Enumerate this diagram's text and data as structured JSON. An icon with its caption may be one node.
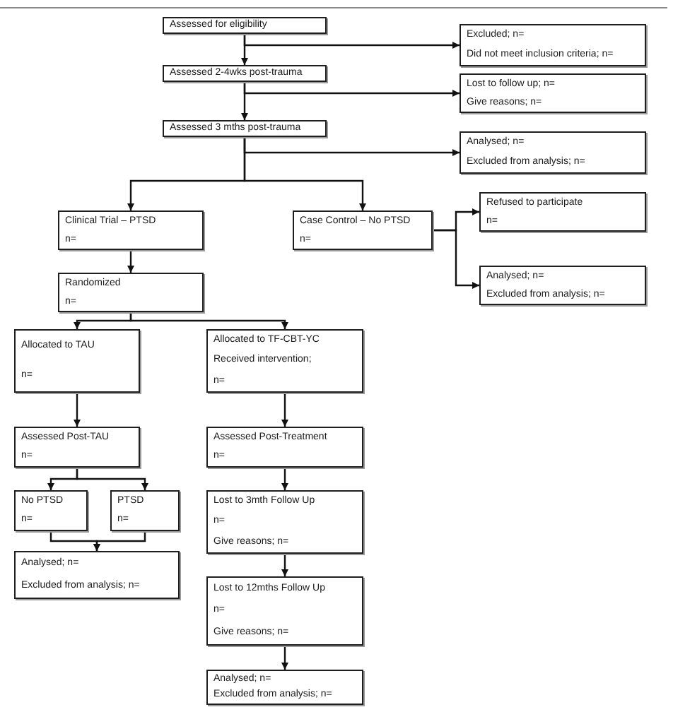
{
  "diagram": {
    "nodes": [
      {
        "text": [
          "Assessed for eligibility"
        ]
      },
      {
        "text": [
          "Excluded; n=",
          "Did not meet inclusion criteria; n="
        ]
      },
      {
        "text": [
          "Assessed 2-4wks post-trauma"
        ]
      },
      {
        "text": [
          "Lost to follow up; n=",
          "Give reasons; n="
        ]
      },
      {
        "text": [
          "Assessed 3 mths post-trauma"
        ]
      },
      {
        "text": [
          "Analysed; n=",
          "Excluded from analysis; n="
        ]
      },
      {
        "text": [
          "Clinical Trial – PTSD",
          "n="
        ]
      },
      {
        "text": [
          "Case Control – No PTSD",
          "n="
        ]
      },
      {
        "text": [
          "Refused to participate",
          "n="
        ]
      },
      {
        "text": [
          "Analysed; n=",
          "Excluded from analysis; n="
        ]
      },
      {
        "text": [
          "Randomized",
          "n="
        ]
      },
      {
        "text": [
          "Allocated to TAU",
          "n="
        ]
      },
      {
        "text": [
          "Allocated to TF-CBT-YC",
          "Received intervention;",
          "n="
        ]
      },
      {
        "text": [
          "Assessed Post-TAU",
          "n="
        ]
      },
      {
        "text": [
          "Assessed Post-Treatment",
          "n="
        ]
      },
      {
        "text": [
          "No PTSD",
          "n="
        ]
      },
      {
        "text": [
          "PTSD",
          "n="
        ]
      },
      {
        "text": [
          "Analysed; n=",
          "Excluded from analysis; n="
        ]
      },
      {
        "text": [
          "Lost to 3mth Follow Up",
          "n=",
          "Give reasons; n="
        ]
      },
      {
        "text": [
          "Lost to 12mths Follow Up",
          "n=",
          "Give reasons; n="
        ]
      },
      {
        "text": [
          "Analysed; n=",
          "Excluded from analysis; n="
        ]
      }
    ],
    "edges": [
      {
        "from": 0,
        "to": 1,
        "arrow": "to"
      },
      {
        "from": 0,
        "to": 2,
        "arrow": "to"
      },
      {
        "from": 2,
        "to": 3,
        "arrow": "to"
      },
      {
        "from": 2,
        "to": 4,
        "arrow": "to"
      },
      {
        "from": 4,
        "to": 5,
        "arrow": "to"
      },
      {
        "from": 4,
        "to": 6,
        "arrow": "to"
      },
      {
        "from": 4,
        "to": 7,
        "arrow": "to"
      },
      {
        "from": 7,
        "to": 8,
        "arrow": "to"
      },
      {
        "from": 7,
        "to": 9,
        "arrow": "to"
      },
      {
        "from": 6,
        "to": 10,
        "arrow": "to"
      },
      {
        "from": 10,
        "to": 11,
        "arrow": "to"
      },
      {
        "from": 10,
        "to": 12,
        "arrow": "to"
      },
      {
        "from": 11,
        "to": 13,
        "arrow": "to"
      },
      {
        "from": 12,
        "to": 14,
        "arrow": "to"
      },
      {
        "from": 13,
        "to": 15,
        "arrow": "to"
      },
      {
        "from": 13,
        "to": 16,
        "arrow": "to"
      },
      {
        "from": 15,
        "to": 17,
        "arrow": "to"
      },
      {
        "from": 16,
        "to": 17,
        "arrow": "to"
      },
      {
        "from": 14,
        "to": 18,
        "arrow": "to"
      },
      {
        "from": 18,
        "to": 19,
        "arrow": "to"
      },
      {
        "from": 19,
        "to": 20,
        "arrow": "to"
      }
    ]
  }
}
